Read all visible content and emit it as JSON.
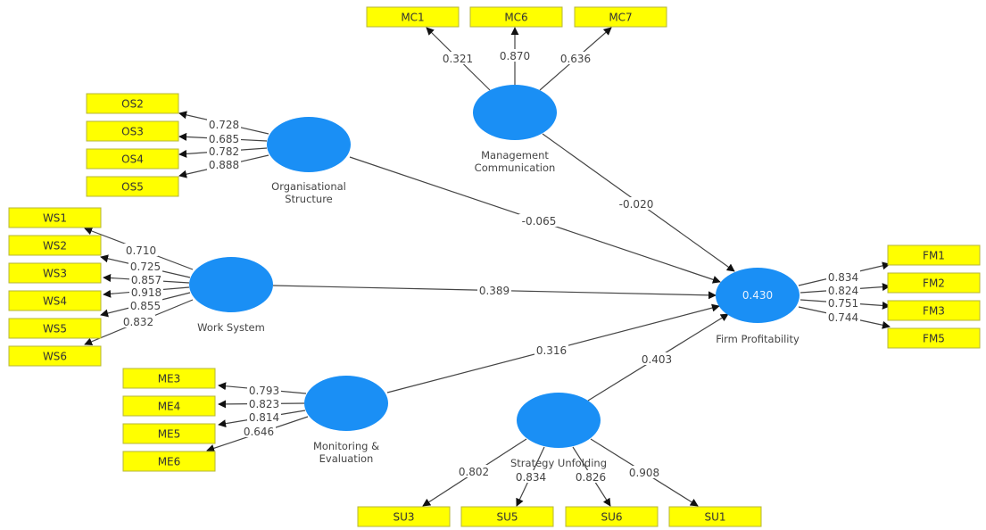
{
  "colors": {
    "construct_fill": "#1a8ff5",
    "indicator_fill": "#ffff00",
    "indicator_border": "#b5b53a",
    "edge": "#444444",
    "text": "#444444"
  },
  "constructs": [
    {
      "id": "MC",
      "label_lines": [
        "Management",
        "Communication"
      ],
      "r_squared": null
    },
    {
      "id": "OS",
      "label_lines": [
        "Organisational",
        "Structure"
      ],
      "r_squared": null
    },
    {
      "id": "WS",
      "label_lines": [
        "Work System"
      ],
      "r_squared": null
    },
    {
      "id": "ME",
      "label_lines": [
        "Monitoring &",
        "Evaluation"
      ],
      "r_squared": null
    },
    {
      "id": "SU",
      "label_lines": [
        "Strategy Unfolding"
      ],
      "r_squared": null
    },
    {
      "id": "FP",
      "label_lines": [
        "Firm Profitability"
      ],
      "r_squared": "0.430"
    }
  ],
  "indicators": [
    {
      "id": "MC1",
      "construct": "MC",
      "loading": "0.321"
    },
    {
      "id": "MC6",
      "construct": "MC",
      "loading": "0.870"
    },
    {
      "id": "MC7",
      "construct": "MC",
      "loading": "0.636"
    },
    {
      "id": "OS2",
      "construct": "OS",
      "loading": "0.728"
    },
    {
      "id": "OS3",
      "construct": "OS",
      "loading": "0.685"
    },
    {
      "id": "OS4",
      "construct": "OS",
      "loading": "0.782"
    },
    {
      "id": "OS5",
      "construct": "OS",
      "loading": "0.888"
    },
    {
      "id": "WS1",
      "construct": "WS",
      "loading": "0.710"
    },
    {
      "id": "WS2",
      "construct": "WS",
      "loading": "0.725"
    },
    {
      "id": "WS3",
      "construct": "WS",
      "loading": "0.857"
    },
    {
      "id": "WS4",
      "construct": "WS",
      "loading": "0.918"
    },
    {
      "id": "WS5",
      "construct": "WS",
      "loading": "0.855"
    },
    {
      "id": "WS6",
      "construct": "WS",
      "loading": "0.832"
    },
    {
      "id": "ME3",
      "construct": "ME",
      "loading": "0.793"
    },
    {
      "id": "ME4",
      "construct": "ME",
      "loading": "0.823"
    },
    {
      "id": "ME5",
      "construct": "ME",
      "loading": "0.814"
    },
    {
      "id": "ME6",
      "construct": "ME",
      "loading": "0.646"
    },
    {
      "id": "SU3",
      "construct": "SU",
      "loading": "0.802"
    },
    {
      "id": "SU5",
      "construct": "SU",
      "loading": "0.834"
    },
    {
      "id": "SU6",
      "construct": "SU",
      "loading": "0.826"
    },
    {
      "id": "SU1",
      "construct": "SU",
      "loading": "0.908"
    },
    {
      "id": "FM1",
      "construct": "FP",
      "loading": "0.834"
    },
    {
      "id": "FM2",
      "construct": "FP",
      "loading": "0.824"
    },
    {
      "id": "FM3",
      "construct": "FP",
      "loading": "0.751"
    },
    {
      "id": "FM5",
      "construct": "FP",
      "loading": "0.744"
    }
  ],
  "paths": [
    {
      "from": "MC",
      "to": "FP",
      "coefficient": "-0.020"
    },
    {
      "from": "OS",
      "to": "FP",
      "coefficient": "-0.065"
    },
    {
      "from": "WS",
      "to": "FP",
      "coefficient": "0.389"
    },
    {
      "from": "ME",
      "to": "FP",
      "coefficient": "0.316"
    },
    {
      "from": "SU",
      "to": "FP",
      "coefficient": "0.403"
    }
  ]
}
